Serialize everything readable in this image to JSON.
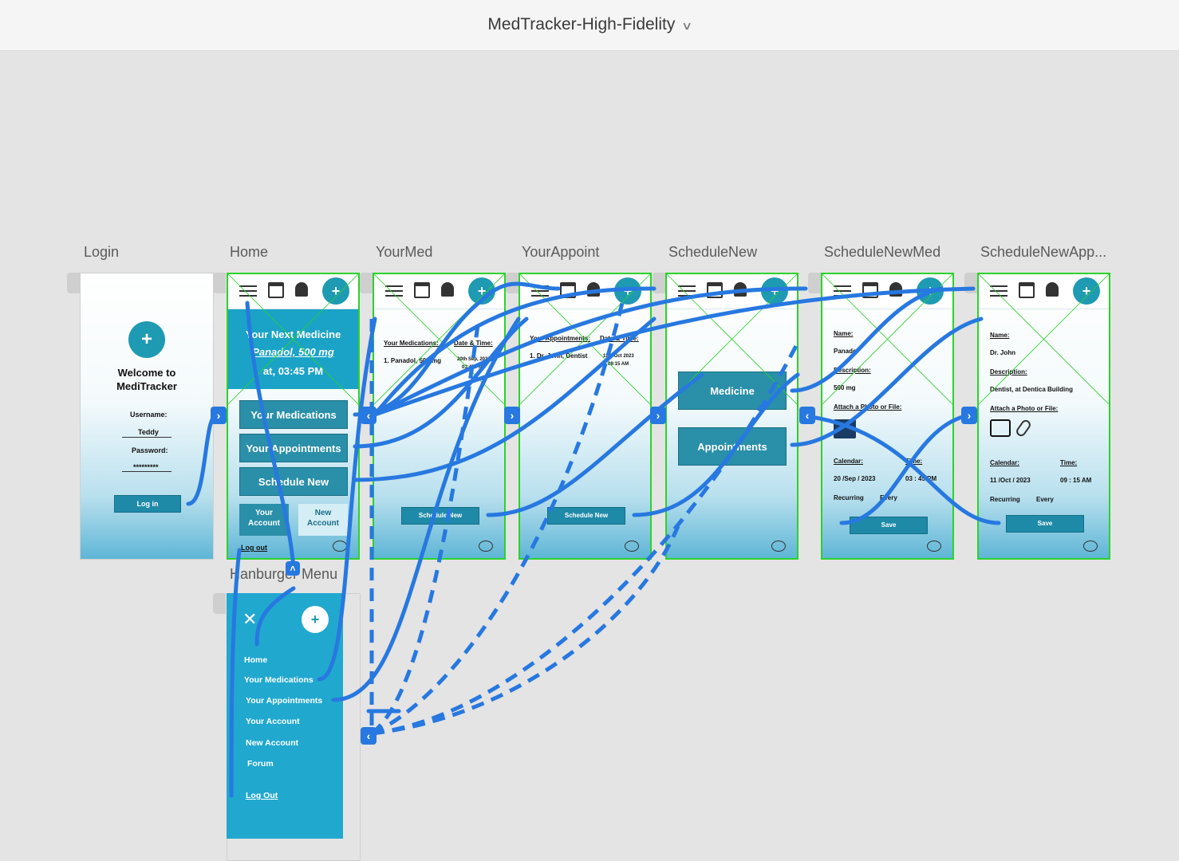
{
  "window": {
    "title": "MedTracker-High-Fidelity"
  },
  "artboards": {
    "login": "Login",
    "home": "Home",
    "yourmed": "YourMed",
    "yourappoint": "YourAppoint",
    "schedulenew": "ScheduleNew",
    "schedulenewmed": "ScheduleNewMed",
    "schedulenewapp": "ScheduleNewApp...",
    "hamburger": "Hanburger Menu"
  },
  "login": {
    "welcome_l1": "Welcome to",
    "welcome_l2": "MediTracker",
    "username_label": "Username:",
    "username_value": "Teddy",
    "password_label": "Password:",
    "password_value": "*********",
    "login_button": "Log in"
  },
  "home": {
    "banner_l1": "Your Next Medicine",
    "banner_l2": "Panadol, 500 mg",
    "banner_l3": "at, 03:45 PM",
    "btn_meds": "Your Medications",
    "btn_appts": "Your Appointments",
    "btn_schedule": "Schedule New",
    "btn_account_l1": "Your",
    "btn_account_l2": "Account",
    "btn_new_l1": "New",
    "btn_new_l2": "Account",
    "logout": "Log out"
  },
  "yourmed": {
    "col1": "Your Medications:",
    "col2": "Date & Time:",
    "row1": "1. Panadol, 500 mg",
    "row1_date": "20th Sep, 2023",
    "row1_time": "03:45 PM",
    "button": "Schedule New"
  },
  "yourappoint": {
    "col1": "Your Appointments:",
    "col2": "Date & Time:",
    "row1": "1. Dr. John, Dentist",
    "row1_date": "11th Oct 2023",
    "row1_time": "09:15 AM",
    "button": "Schedule New"
  },
  "schedulenew": {
    "btn_medicine": "Medicine",
    "btn_appointments": "Appointments"
  },
  "schedulenewmed": {
    "name_label": "Name:",
    "name_value": "Panadol",
    "desc_label": "Description:",
    "desc_value": "500 mg",
    "attach_label": "Attach a Photo or File:",
    "calendar_label": "Calendar:",
    "time_label": "Time:",
    "date_value": "20 /Sep / 2023",
    "time_value": "03 : 45  PM",
    "recurring_label": "Recurring",
    "every_label": "Every",
    "save": "Save"
  },
  "schedulenewapp": {
    "name_label": "Name:",
    "name_value": "Dr. John",
    "desc_label": "Description:",
    "desc_value": "Dentist, at Dentica Building",
    "attach_label": "Attach a Photo or File:",
    "calendar_label": "Calendar:",
    "time_label": "Time:",
    "date_value": "11 /Oct / 2023",
    "time_value": "09 : 15  AM",
    "recurring_label": "Recurring",
    "every_label": "Every",
    "save": "Save"
  },
  "hamburger": {
    "items": [
      "Home",
      "Your Medications",
      "Your Appointments",
      "Your Account",
      "New Account",
      "Forum",
      "Log Out"
    ]
  },
  "colors": {
    "wire": "#2778e0",
    "frame": "#2bd32b",
    "accent": "#1e9ab3"
  },
  "icons": {
    "chevron": "chevron-down-icon",
    "logo": "medicine-bottle-icon"
  }
}
